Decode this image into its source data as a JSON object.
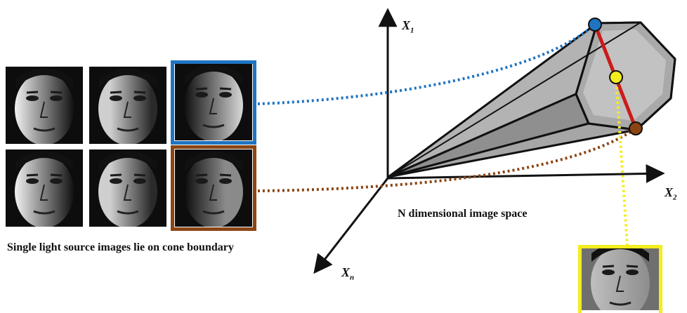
{
  "captions": {
    "cone_boundary": "Single light source images lie on cone boundary",
    "image_space": "N dimensional image space"
  },
  "axes": {
    "x1": {
      "base": "X",
      "sub": "1"
    },
    "x2": {
      "base": "X",
      "sub": "2"
    },
    "xn": {
      "base": "X",
      "sub": "n"
    }
  },
  "colors": {
    "blue": "#1f74c2",
    "brown": "#8b4513",
    "yellow": "#f4ec1c",
    "red": "#cc1a1a",
    "cone_fill": "#9a9a9a",
    "cone_light": "#bdbdbd"
  },
  "face_tiles": [
    {
      "row": 1,
      "col": 1,
      "lighting": "left-lit"
    },
    {
      "row": 1,
      "col": 2,
      "lighting": "front-lit"
    },
    {
      "row": 1,
      "col": 3,
      "lighting": "right-lit",
      "highlight": "blue"
    },
    {
      "row": 2,
      "col": 1,
      "lighting": "left-lit"
    },
    {
      "row": 2,
      "col": 2,
      "lighting": "front-lit"
    },
    {
      "row": 2,
      "col": 3,
      "lighting": "dim",
      "highlight": "brown"
    }
  ],
  "output_face": {
    "lighting": "even",
    "highlight": "yellow"
  }
}
